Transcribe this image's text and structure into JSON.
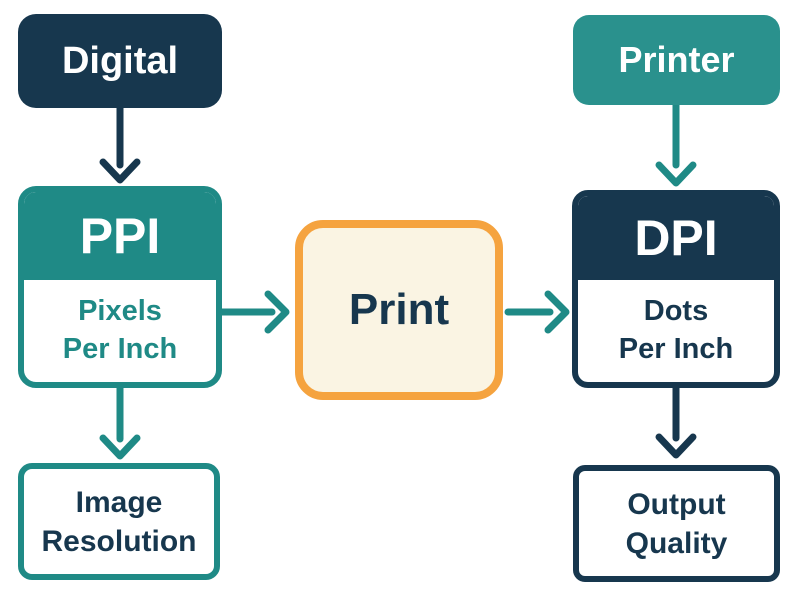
{
  "diagram": {
    "nodes": {
      "digital": {
        "label": "Digital"
      },
      "printer": {
        "label": "Printer"
      },
      "ppi": {
        "abbr": "PPI",
        "full": "Pixels\nPer Inch"
      },
      "dpi": {
        "abbr": "DPI",
        "full": "Dots\nPer Inch"
      },
      "print": {
        "label": "Print"
      },
      "image_resolution": {
        "label": "Image\nResolution"
      },
      "output_quality": {
        "label": "Output\nQuality"
      }
    },
    "edges": [
      {
        "from": "Digital",
        "to": "PPI",
        "color": "navy"
      },
      {
        "from": "Printer",
        "to": "DPI",
        "color": "teal"
      },
      {
        "from": "PPI",
        "to": "Print",
        "color": "teal"
      },
      {
        "from": "Print",
        "to": "DPI",
        "color": "teal"
      },
      {
        "from": "PPI",
        "to": "Image Resolution",
        "color": "teal"
      },
      {
        "from": "DPI",
        "to": "Output Quality",
        "color": "navy"
      }
    ],
    "colors": {
      "navy": "#17374e",
      "teal": "#1f8a86",
      "teal_light": "#2a918d",
      "orange": "#f5a33f",
      "cream": "#faf4e3",
      "background": "#ffffff"
    }
  }
}
